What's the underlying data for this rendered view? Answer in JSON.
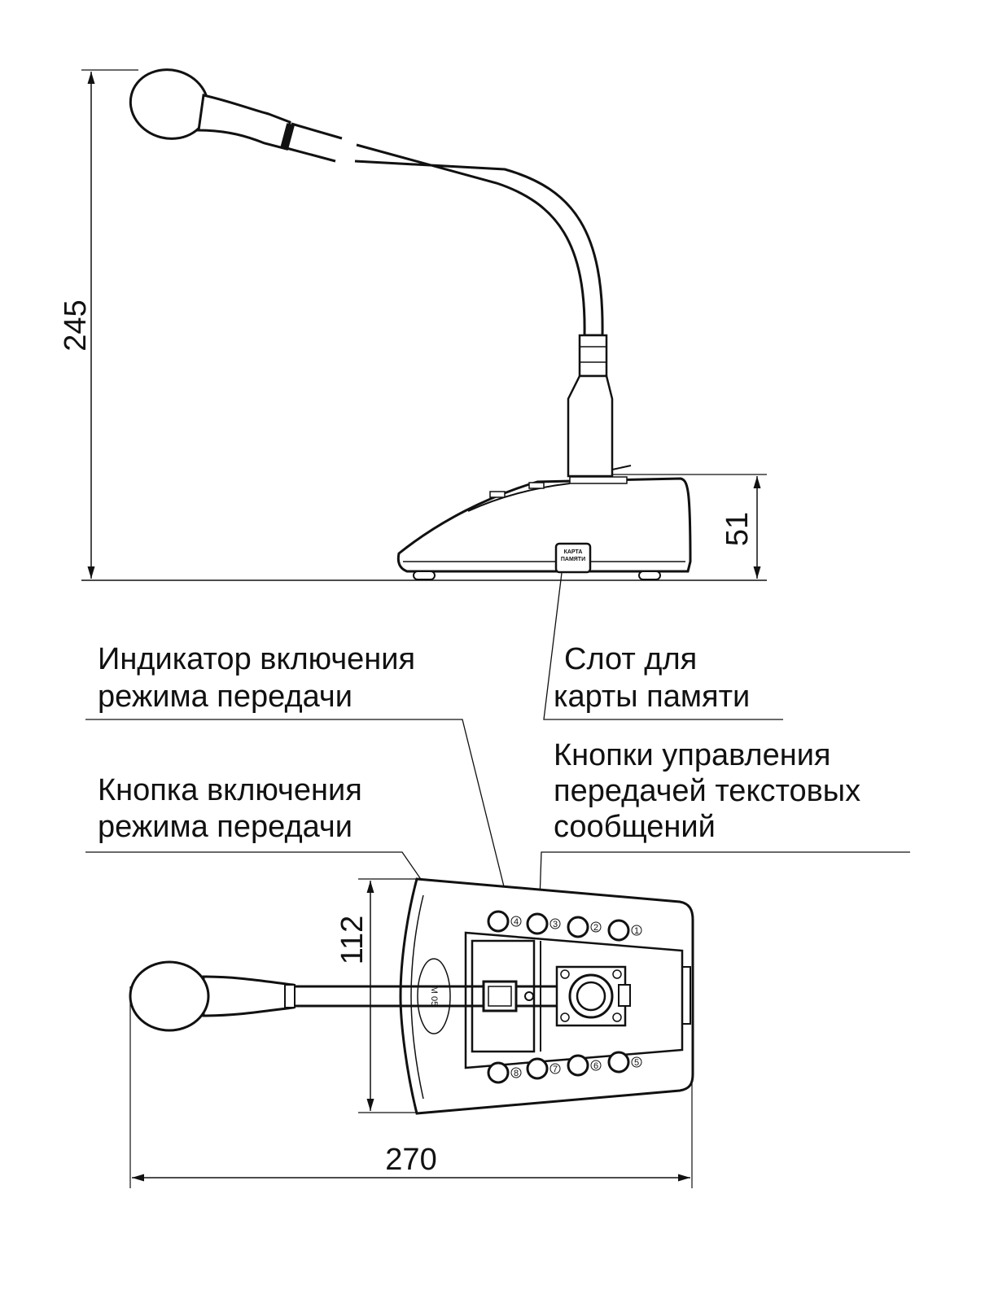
{
  "dimensions": {
    "height_total": "245",
    "base_height": "51",
    "depth": "112",
    "width": "270"
  },
  "labels": {
    "indicator": [
      "Индикатор включения",
      "режима передачи"
    ],
    "slot": [
      "Слот для",
      "карты памяти"
    ],
    "button": [
      "Кнопка включения",
      "режима передачи"
    ],
    "text_controls": [
      "Кнопки управления",
      "передачей текстовых",
      "сообщений"
    ]
  },
  "card_slot_marking": [
    "КАРТА",
    "ПАМЯТИ"
  ],
  "brand_marking": "M 05",
  "message_buttons_top": [
    "4",
    "3",
    "2",
    "1"
  ],
  "message_buttons_bottom": [
    "8",
    "7",
    "6",
    "5"
  ]
}
